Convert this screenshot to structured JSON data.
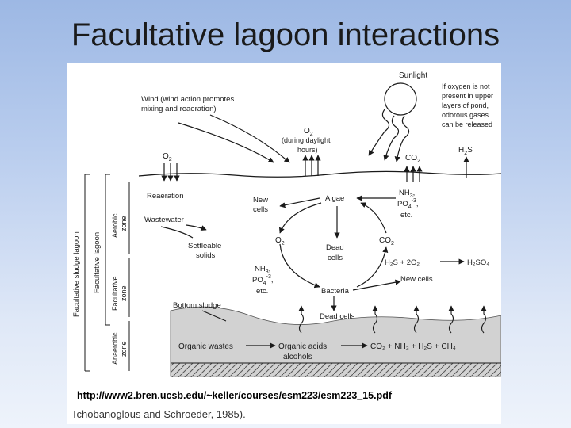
{
  "slide": {
    "title": "Facultative lagoon interactions",
    "source_url": "http://www2.bren.ucsb.edu/~keller/courses/esm223/esm223_15.pdf",
    "caption": "Tchobanoglous and Schroeder, 1985)."
  },
  "diagram": {
    "sunlight": "Sunlight",
    "oxygen_note": [
      "If oxygen is not",
      "present in upper",
      "layers of pond,",
      "odorous gases",
      "can be released"
    ],
    "wind": [
      "Wind (wind action promotes",
      "mixing and reaeration)"
    ],
    "o2_daylight": [
      "(during daylight",
      "hours)"
    ],
    "o2": "O",
    "o2_sub": "2",
    "co2": "CO",
    "co2_sub": "2",
    "h2s": "H",
    "h2s_rest": "S",
    "reaeration": "Reaeration",
    "wastewater": "Wastewater",
    "settleable": [
      "Settleable",
      "solids"
    ],
    "algae": "Algae",
    "new_cells_left": [
      "New",
      "cells"
    ],
    "dead_cells_mid": [
      "Dead",
      "cells"
    ],
    "nutrients_top": [
      "NH",
      "PO",
      "etc."
    ],
    "nutrients_left": [
      "NH",
      "PO",
      "etc."
    ],
    "reaction": "H",
    "reaction_full": "H₂S + 2O₂",
    "reaction_product": "H₂SO₄",
    "new_cells_right": "New cells",
    "bacteria": "Bacteria",
    "dead_cells_bottom": "Dead cells",
    "bottom_sludge": "Bottom sludge",
    "organic_wastes": "Organic wastes",
    "organic_acids": [
      "Organic acids,",
      "alcohols"
    ],
    "products": "CO₂  +  NH₃  +  H₂S  +  CH₄",
    "zones": {
      "facultative_sludge_lagoon": "Facultative sludge lagoon",
      "facultative_lagoon": "Facultative lagoon",
      "aerobic": [
        "Aerobic",
        "zone"
      ],
      "facultative": [
        "Facultative",
        "zone"
      ],
      "anaerobic": [
        "Anaerobic",
        "zone"
      ]
    }
  }
}
